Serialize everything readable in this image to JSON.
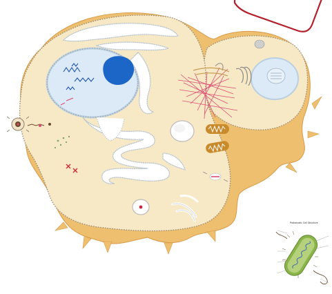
{
  "colors": {
    "background": "#ffffff",
    "tissue_outer": "#edbf6f",
    "tissue_edge": "#d89a48",
    "cell_cytoplasm": "#f8e9c6",
    "cell_membrane_dots": "#9a8f7a",
    "nucleus_fill": "#dbeaf6",
    "nucleus_edge": "#b9cfe2",
    "nucleolus": "#1b66c6",
    "chromatin": "#1e55b0",
    "er_fill": "#ffffff",
    "er_outline": "#b8c5cf",
    "cytoskeleton": "#d94c72",
    "mitochondria_outer": "#c98a2c",
    "mitochondria_inner": "#ffffff",
    "callout_outline": "#b3202a",
    "bacterium_body": "#8bb44a",
    "bacterium_dna": "#3f68b5",
    "bacterium_flagella": "#6b4e2e"
  },
  "icons": {
    "callout": "rounded-callout-box",
    "cell": "eukaryotic-cell-illustration",
    "neighbor_cell": "adjacent-cell-illustration",
    "bacterium": "prokaryotic-cell-thumbnail"
  },
  "thumbnail": {
    "title": "Prokaryotic Cell Structure"
  }
}
